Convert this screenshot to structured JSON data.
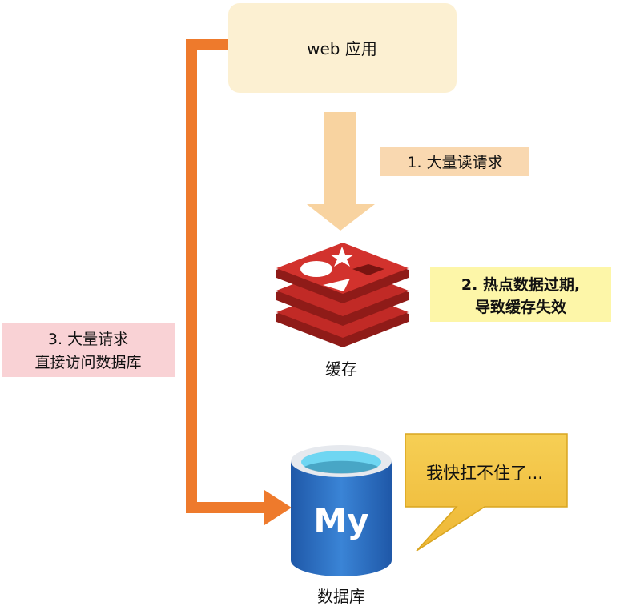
{
  "web_app": {
    "label": "web 应用"
  },
  "step1": {
    "label": "1. 大量读请求"
  },
  "step2": {
    "line1": "2. 热点数据过期,",
    "line2": "导致缓存失效"
  },
  "step3": {
    "line1": "3. 大量请求",
    "line2": "直接访问数据库"
  },
  "cache": {
    "label": "缓存",
    "icon": "redis-icon"
  },
  "database": {
    "label": "数据库",
    "icon_text": "My"
  },
  "speech": {
    "text": "我快扛不住了..."
  },
  "colors": {
    "web_box": "#fcf0d2",
    "read_arrow": "#f8d3a0",
    "step1_box": "#f9d8b0",
    "step2_box": "#fdf6a8",
    "step3_box": "#f9d2d5",
    "direct_arrow": "#ee7a2c",
    "redis": "#c12a26",
    "mysql": "#2a6bc0",
    "speech": "#f2c443"
  }
}
